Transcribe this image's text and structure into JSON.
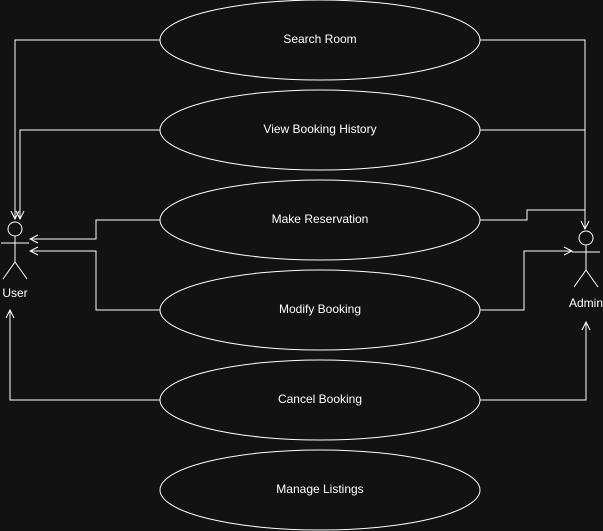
{
  "colors": {
    "background": "#121212",
    "stroke": "#ffffff",
    "text": "#ffffff"
  },
  "actors": {
    "user": {
      "label": "User"
    },
    "admin": {
      "label": "Admin"
    }
  },
  "use_cases": [
    {
      "label": "Search Room"
    },
    {
      "label": "View Booking History"
    },
    {
      "label": "Make Reservation"
    },
    {
      "label": "Modify Booking"
    },
    {
      "label": "Cancel Booking"
    },
    {
      "label": "Manage Listings"
    }
  ]
}
